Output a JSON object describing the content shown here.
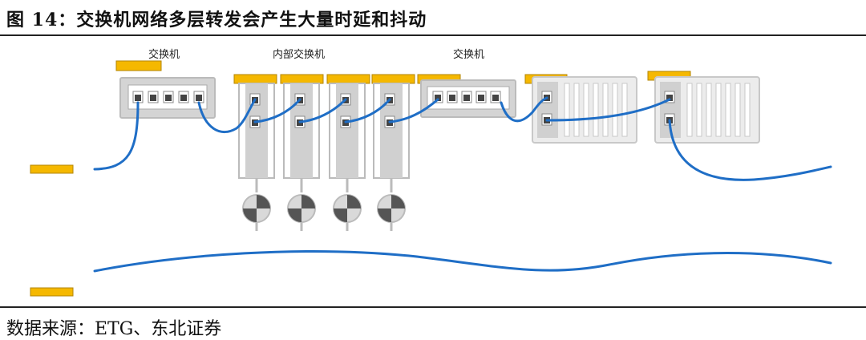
{
  "figure": {
    "title": "图 14：交换机网络多层转发会产生大量时延和抖动",
    "source": "数据来源：ETG、东北证券"
  },
  "diagram": {
    "labels": {
      "left_switch": "交换机",
      "internal_switches": "内部交换机",
      "right_switch": "交换机"
    }
  },
  "colors": {
    "cable": "#1f6ec6",
    "tag": "#f5b800",
    "device": "#cfcfcf",
    "device_border": "#b8b8b8"
  }
}
